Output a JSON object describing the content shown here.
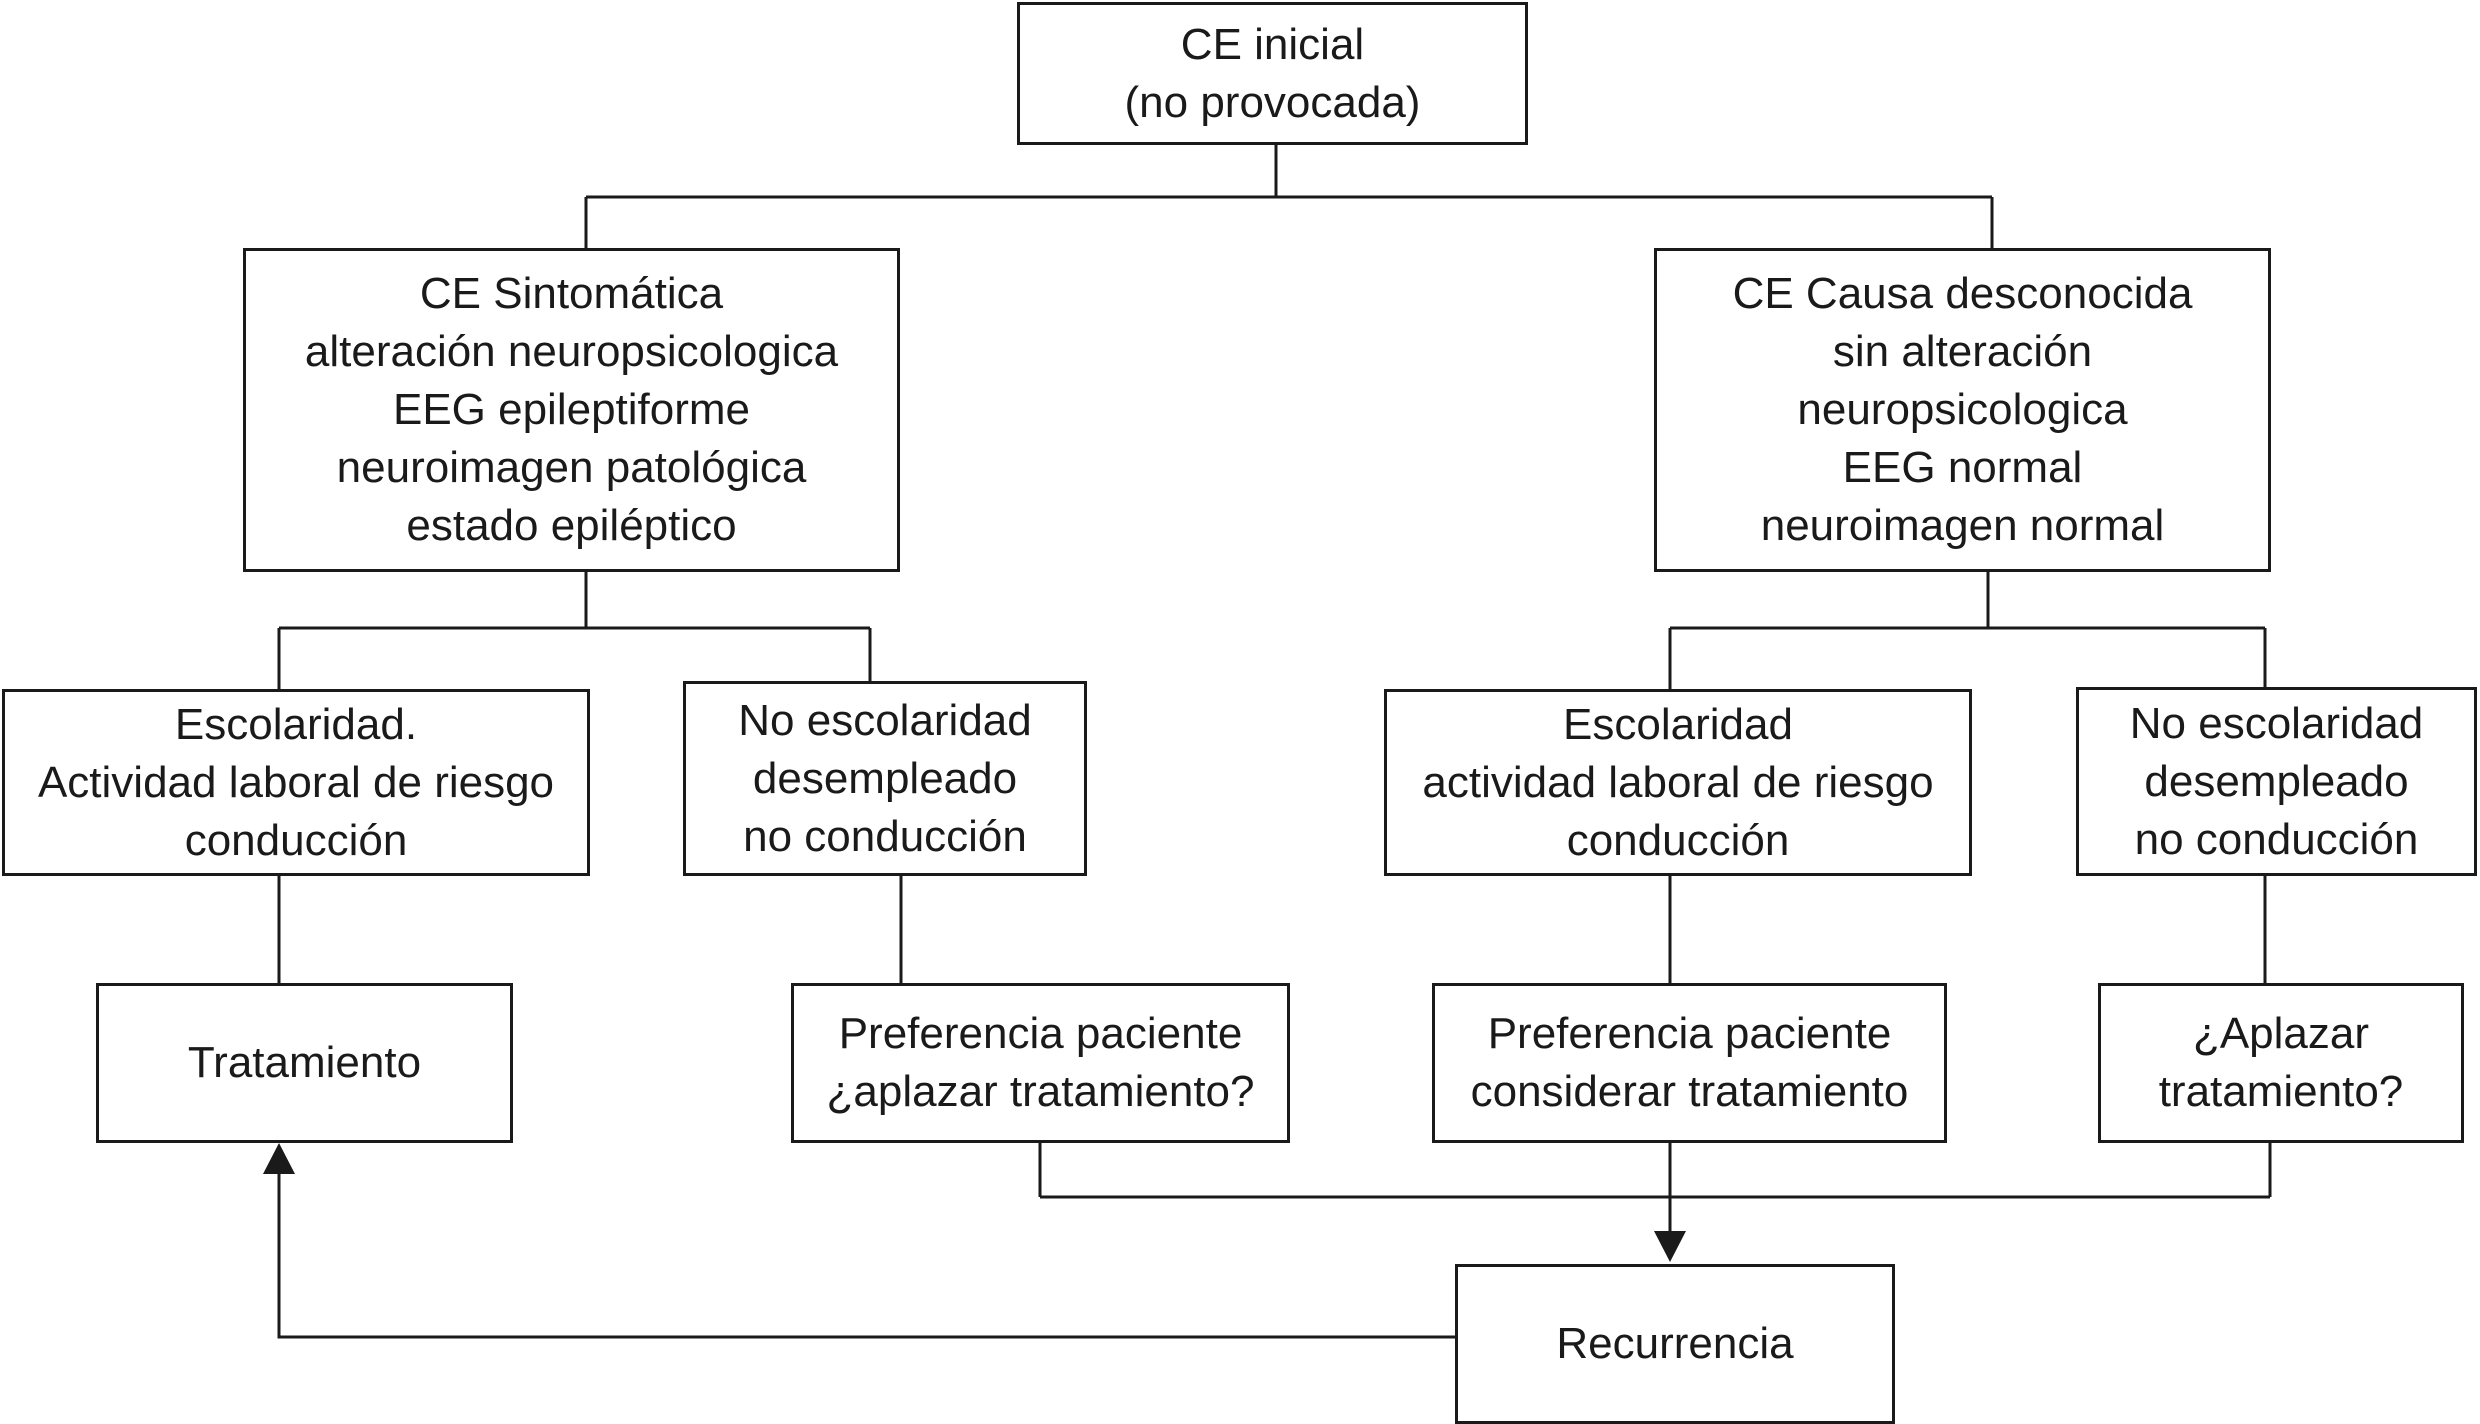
{
  "diagram": {
    "nodes": {
      "inicial": [
        "CE inicial",
        "(no provocada)"
      ],
      "sintomatica": [
        "CE Sintomática",
        "alteración neuropsicologica",
        "EEG epileptiforme",
        "neuroimagen patológica",
        "estado epiléptico"
      ],
      "desconocida": [
        "CE Causa desconocida",
        "sin alteración",
        "neuropsicologica",
        "EEG normal",
        "neuroimagen normal"
      ],
      "escolaridad_1": [
        "Escolaridad.",
        "Actividad laboral de riesgo",
        "conducción"
      ],
      "no_escolaridad_1": [
        "No escolaridad",
        "desempleado",
        "no conducción"
      ],
      "escolaridad_2": [
        "Escolaridad",
        "actividad laboral de riesgo",
        "conducción"
      ],
      "no_escolaridad_2": [
        "No escolaridad",
        "desempleado",
        "no conducción"
      ],
      "tratamiento": [
        "Tratamiento"
      ],
      "preferencia_aplazar": [
        "Preferencia paciente",
        "¿aplazar tratamiento?"
      ],
      "preferencia_considerar": [
        "Preferencia paciente",
        "considerar tratamiento"
      ],
      "aplazar": [
        "¿Aplazar",
        "tratamiento?"
      ],
      "recurrencia": [
        "Recurrencia"
      ]
    },
    "edges": [
      {
        "from": "inicial",
        "to": "sintomatica"
      },
      {
        "from": "inicial",
        "to": "desconocida"
      },
      {
        "from": "sintomatica",
        "to": "escolaridad_1"
      },
      {
        "from": "sintomatica",
        "to": "no_escolaridad_1"
      },
      {
        "from": "desconocida",
        "to": "escolaridad_2"
      },
      {
        "from": "desconocida",
        "to": "no_escolaridad_2"
      },
      {
        "from": "escolaridad_1",
        "to": "tratamiento"
      },
      {
        "from": "no_escolaridad_1",
        "to": "preferencia_aplazar"
      },
      {
        "from": "escolaridad_2",
        "to": "preferencia_considerar"
      },
      {
        "from": "no_escolaridad_2",
        "to": "aplazar"
      },
      {
        "from": "preferencia_aplazar",
        "to": "recurrencia"
      },
      {
        "from": "preferencia_considerar",
        "to": "recurrencia"
      },
      {
        "from": "aplazar",
        "to": "recurrencia"
      },
      {
        "from": "recurrencia",
        "to": "tratamiento"
      }
    ]
  }
}
